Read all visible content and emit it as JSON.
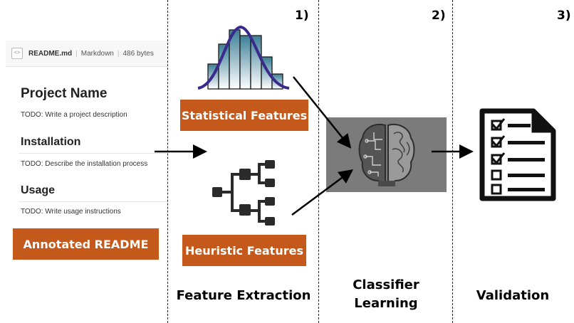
{
  "stage_numbers": [
    "1)",
    "2)",
    "3)"
  ],
  "readme": {
    "filename": "README.md",
    "format": "Markdown",
    "size": "486 bytes",
    "title": "Project Name",
    "title_todo": "TODO: Write a project description",
    "section1": "Installation",
    "section1_todo": "TODO: Describe the installation process",
    "section2": "Usage",
    "section2_todo": "TODO: Write usage instructions"
  },
  "labels": {
    "annotated_readme": "Annotated README",
    "statistical_features": "Statistical Features",
    "heuristic_features": "Heuristic Features"
  },
  "stages": {
    "feature_extraction": "Feature Extraction",
    "classifier_line1": "Classifier",
    "classifier_line2": "Learning",
    "validation": "Validation"
  },
  "icons": [
    "histogram-icon",
    "hierarchy-icon",
    "brain-icon",
    "checklist-icon"
  ],
  "colors": {
    "accent": "#c5591b",
    "curve": "#3a2a8c",
    "bars": "#2f6f84",
    "brain_bg": "#7b7b7b"
  }
}
